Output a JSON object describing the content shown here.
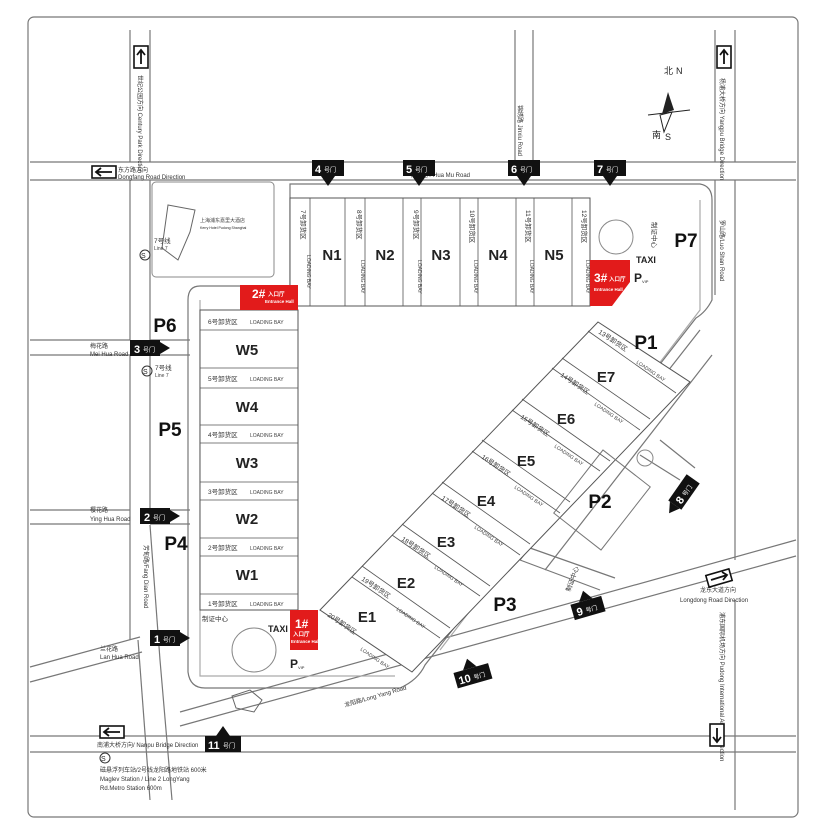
{
  "compass": {
    "north_cn": "北",
    "north_en": "N",
    "south_cn": "南",
    "south_en": "S"
  },
  "roads": {
    "huamu": "花木路 / Hua Mu Road",
    "dongfang": "东方路方向",
    "dongfang_en": "Dongfang Road Direction",
    "meihua_cn": "梅花路",
    "meihua_en": "Mei Hua Road",
    "yinghua_cn": "樱花路",
    "yinghua_en": "Ying Hua Road",
    "lanhua_cn": "兰花路",
    "lanhua_en": "Lan Hua Road",
    "longyang": "龙阳路/Long Yang Road",
    "nanpu": "南浦大桥方向/ Nanpu Bridge Direction",
    "fangdian": "芳甸路/Fang Dian Road",
    "luoshan": "罗山路/Luo Shan Road",
    "yangpu": "杨浦大桥方向 Yangpu Bridge Direction",
    "century": "世纪公园方向 Century Park Direction",
    "jinxiu": "锦绣路 Jinxiu Road",
    "longdong": "龙东大道方向",
    "longdong_en": "Longdong Road Direction",
    "airport": "浦东国际机场方向 Pudong International Airport Direction",
    "building": "上海浦东嘉里大酒店",
    "building_en": "Kerry Hotel Pudong Shanghai",
    "line7_top": "7号线",
    "line7_top_en": "Line 7",
    "line7_mid": "7号线",
    "line7_mid_en": "Line 7",
    "maglev_cn": "磁悬浮列车站/2号线龙阳路地铁站  600米",
    "maglev_en1": "Maglev Station  / Line 2 LongYang",
    "maglev_en2": "Rd.Metro Station 600m"
  },
  "gates": [
    {
      "num": "4",
      "sub": "号门"
    },
    {
      "num": "5",
      "sub": "号门"
    },
    {
      "num": "6",
      "sub": "号门"
    },
    {
      "num": "7",
      "sub": "号门"
    },
    {
      "num": "3",
      "sub": "号门"
    },
    {
      "num": "2",
      "sub": "号门"
    },
    {
      "num": "1",
      "sub": "号门"
    },
    {
      "num": "8",
      "sub": "号门"
    },
    {
      "num": "9",
      "sub": "号门"
    },
    {
      "num": "10",
      "sub": "号门"
    },
    {
      "num": "11",
      "sub": "号门"
    }
  ],
  "halls_n": [
    "N1",
    "N2",
    "N3",
    "N4",
    "N5"
  ],
  "halls_w": [
    "W5",
    "W4",
    "W3",
    "W2",
    "W1"
  ],
  "halls_e": [
    "E7",
    "E6",
    "E5",
    "E4",
    "E3",
    "E2",
    "E1"
  ],
  "parking": [
    "P1",
    "P2",
    "P3",
    "P4",
    "P5",
    "P6",
    "P7"
  ],
  "bays_n": [
    "7号卸货区",
    "8号卸货区",
    "9号卸货区",
    "10号卸货区",
    "11号卸货区",
    "12号卸货区"
  ],
  "bays_w": [
    "6号卸货区",
    "5号卸货区",
    "4号卸货区",
    "3号卸货区",
    "2号卸货区",
    "1号卸货区"
  ],
  "bays_e": [
    "13号卸货区",
    "14号卸货区",
    "15号卸货区",
    "16号卸货区",
    "17号卸货区",
    "18号卸货区",
    "19号卸货区",
    "20号卸货区"
  ],
  "loading_bay": "LOADING BAY",
  "entrances": {
    "e1_num": "1#",
    "e2_num": "2#",
    "e3_num": "3#",
    "cn": "入口厅",
    "en": "Entrance Hall"
  },
  "cert_center": "制证中心",
  "taxi": "TAXI",
  "vip_p": "P",
  "vip_sub": "VIP",
  "colors": {
    "entrance_red": "#e21b1b",
    "gate_black": "#111111",
    "line": "#555555"
  }
}
